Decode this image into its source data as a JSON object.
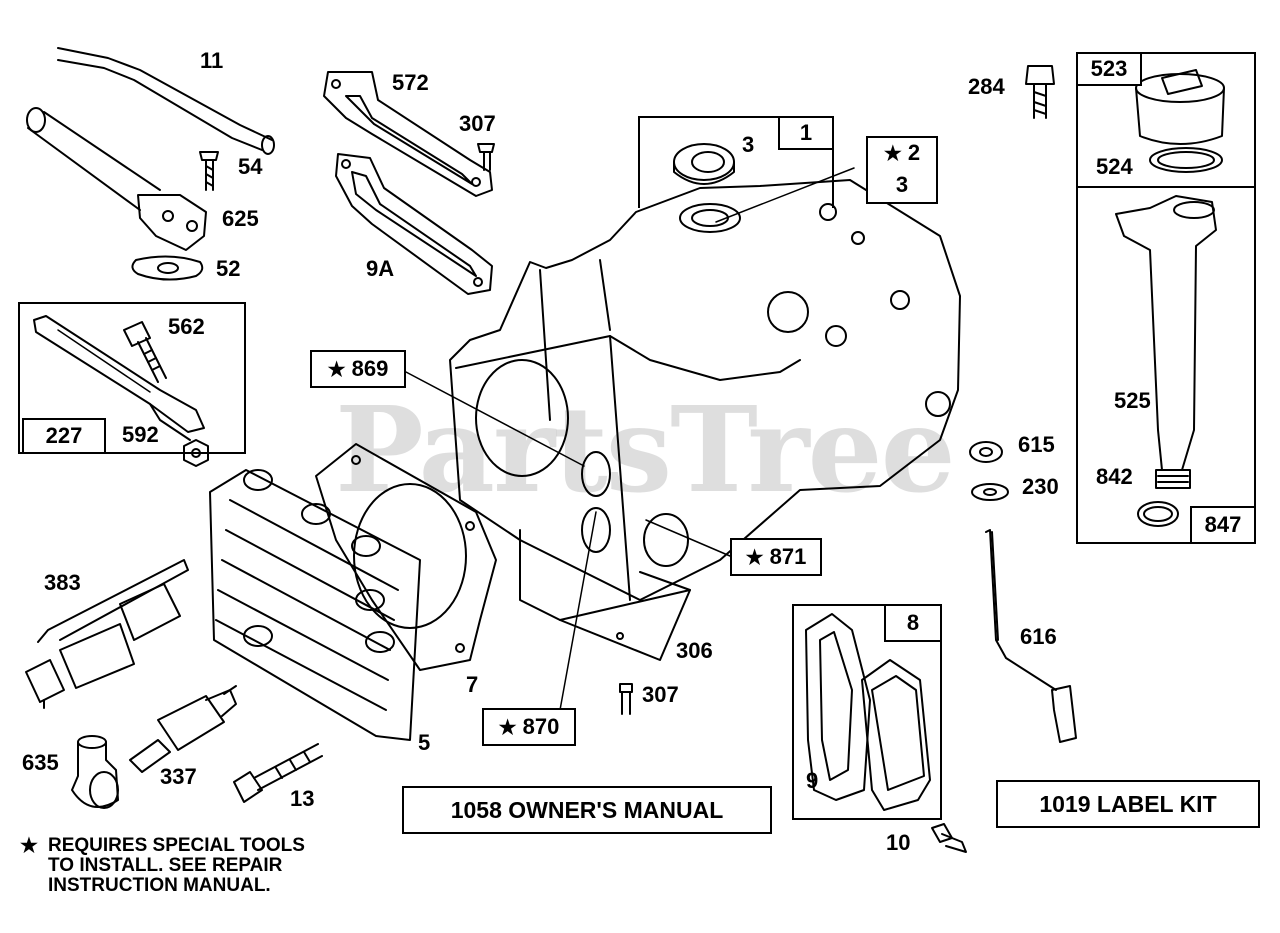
{
  "watermark": "PartsTree",
  "colors": {
    "ink": "#000000",
    "paper": "#ffffff",
    "watermark": "#d9d9d9"
  },
  "callouts": {
    "p11": "11",
    "p54": "54",
    "p625": "625",
    "p52": "52",
    "p572": "572",
    "p307a": "307",
    "p9a": "9A",
    "p3a": "3",
    "p3b": "3",
    "p284": "284",
    "p524": "524",
    "p525": "525",
    "p842": "842",
    "p615": "615",
    "p230": "230",
    "p616": "616",
    "p562": "562",
    "p592": "592",
    "p383": "383",
    "p7": "7",
    "p5": "5",
    "p635": "635",
    "p337": "337",
    "p13": "13",
    "p306": "306",
    "p307b": "307",
    "p9": "9",
    "p10": "10"
  },
  "boxed": {
    "b1": "1",
    "b2": "2",
    "b869": "869",
    "b871": "871",
    "b870": "870",
    "b227": "227",
    "b523": "523",
    "b847": "847",
    "b8": "8"
  },
  "star_symbol": "★",
  "manual_label": "1058 OWNER'S MANUAL",
  "label_kit": "1019 LABEL KIT",
  "note_symbol": "★",
  "note_text": "REQUIRES SPECIAL TOOLS\nTO INSTALL.  SEE REPAIR\nINSTRUCTION MANUAL."
}
